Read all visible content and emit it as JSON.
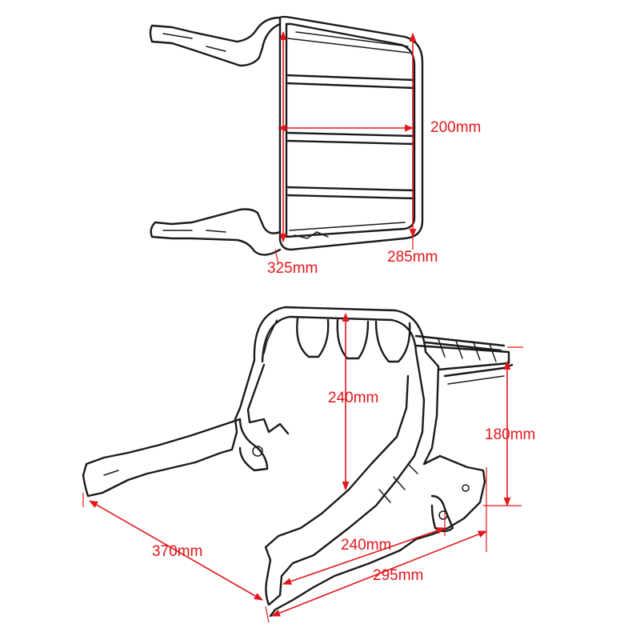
{
  "colors": {
    "dimension": "#e3161b",
    "outline": "#1a1a1a",
    "background": "#ffffff"
  },
  "top_view": {
    "height_label": "200mm",
    "outer_width_label": "325mm",
    "inner_width_label": "285mm"
  },
  "side_view": {
    "rack_height_label": "240mm",
    "rise_label": "180mm",
    "length_label": "370mm",
    "mount_spacing_label": "240mm",
    "mount_depth_label": "295mm"
  }
}
